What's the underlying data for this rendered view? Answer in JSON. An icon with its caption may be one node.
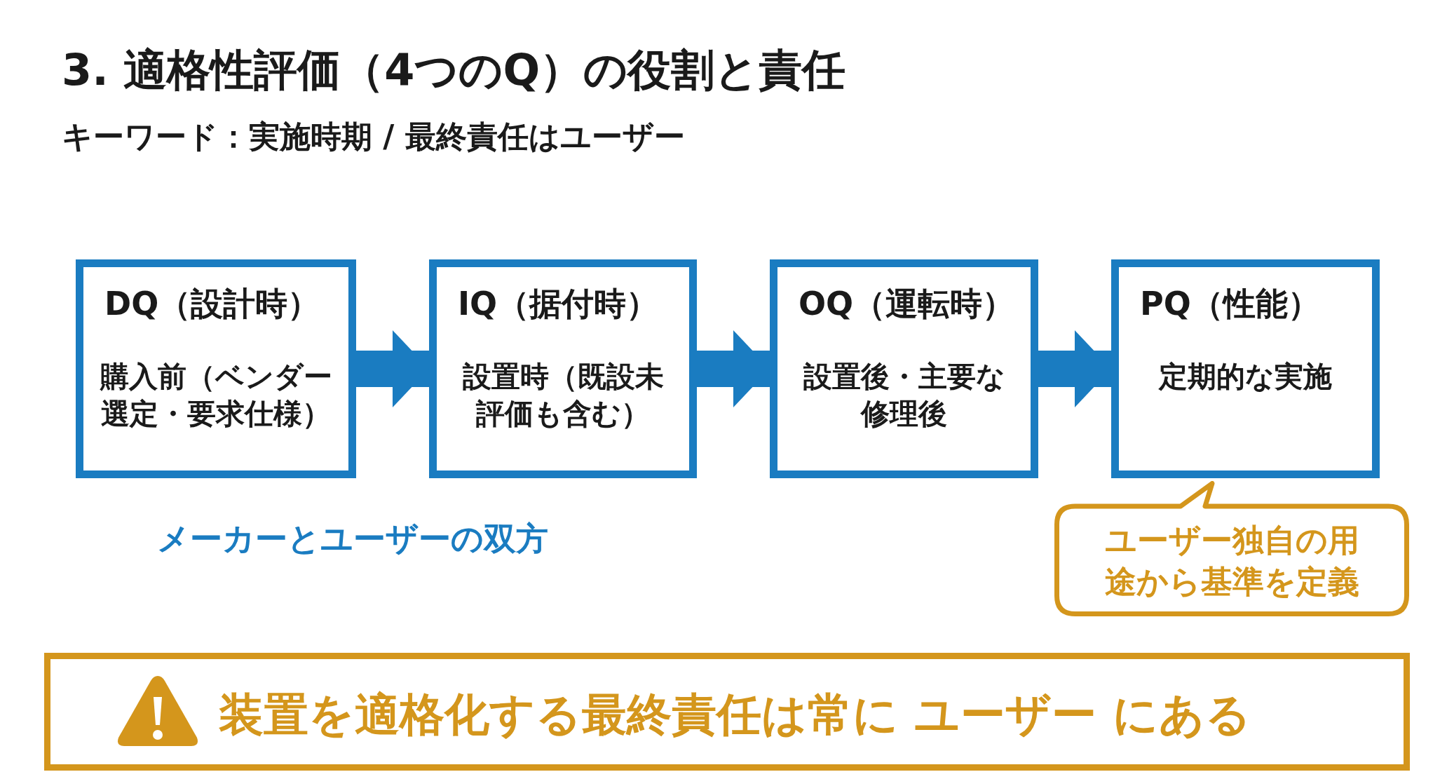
{
  "diagram": {
    "title": "3. 適格性評価（4つのQ）の役割と責任",
    "nodes": [
      {
        "text": [
          "DQ（設計時）",
          "購入前（ベンダー選定・要求仕様）"
        ]
      },
      {
        "text": [
          "IQ（据付時）",
          "設置時（既設未評価も含む）"
        ]
      },
      {
        "text": [
          "OQ（運転時）",
          "設置後・主要な修理後"
        ]
      },
      {
        "text": [
          "PQ（性能）",
          "定期的な実施"
        ]
      },
      {
        "text": [
          "ユーザー独自の用途から基準を定義"
        ]
      },
      {
        "text": [
          "装置を適格化する最終責任は常に ユーザー にある"
        ]
      }
    ],
    "edges": [
      {
        "from": 0,
        "to": 1,
        "arrow": "to"
      },
      {
        "from": 1,
        "to": 2,
        "arrow": "to"
      },
      {
        "from": 2,
        "to": 3,
        "arrow": "to"
      }
    ],
    "labels": [
      "キーワード：実施時期 / 最終責任はユーザー",
      "メーカーとユーザーの双方"
    ]
  }
}
